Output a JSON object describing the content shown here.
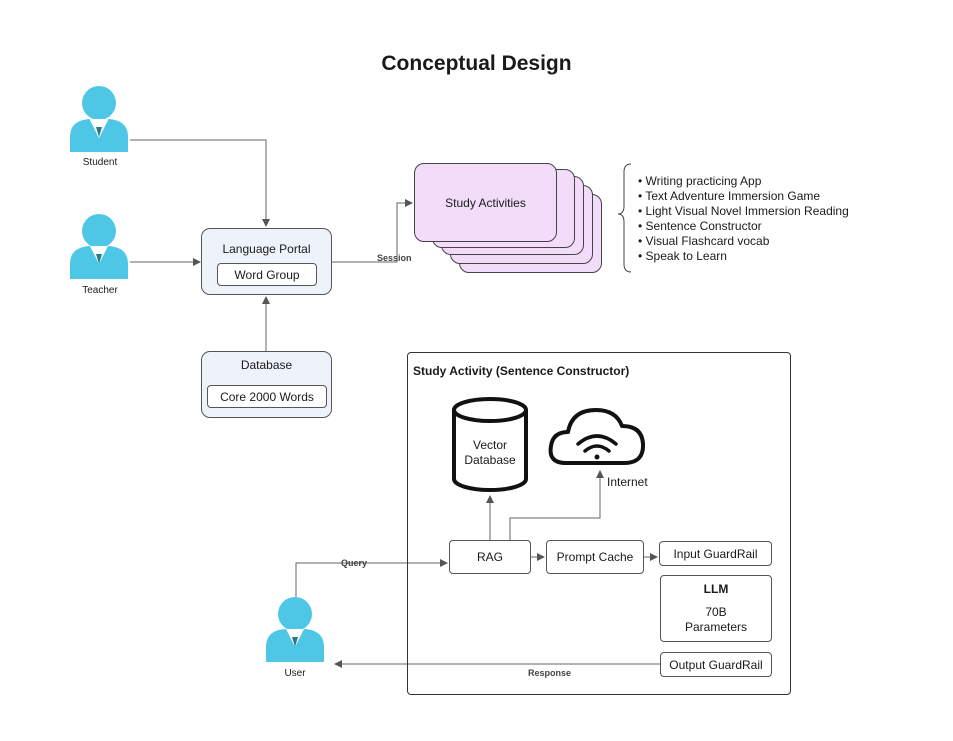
{
  "title": "Conceptual Design",
  "actors": {
    "student": "Student",
    "teacher": "Teacher",
    "user": "User"
  },
  "language_portal": {
    "title": "Language Portal",
    "inner": "Word Group"
  },
  "database": {
    "title": "Database",
    "inner": "Core 2000 Words"
  },
  "study_activities": {
    "label": "Study Activities",
    "edge_label": "Session",
    "items": [
      "Writing practicing App",
      "Text Adventure Immersion Game",
      "Light Visual Novel Immersion Reading",
      "Sentence Constructor",
      "Visual Flashcard vocab",
      "Speak to Learn"
    ]
  },
  "sentence_constructor": {
    "title": "Study Activity (Sentence Constructor)",
    "vector_db_line1": "Vector",
    "vector_db_line2": "Database",
    "internet": "Internet",
    "rag": "RAG",
    "prompt_cache": "Prompt Cache",
    "input_guardrail": "Input GuardRail",
    "llm_title": "LLM",
    "llm_line1": "70B",
    "llm_line2": "Parameters",
    "output_guardrail": "Output GuardRail",
    "query": "Query",
    "response": "Response"
  },
  "colors": {
    "person": "#4ec7e6",
    "panel_fill": "#eef3fb",
    "activity_fill": "#f3dcfa"
  }
}
